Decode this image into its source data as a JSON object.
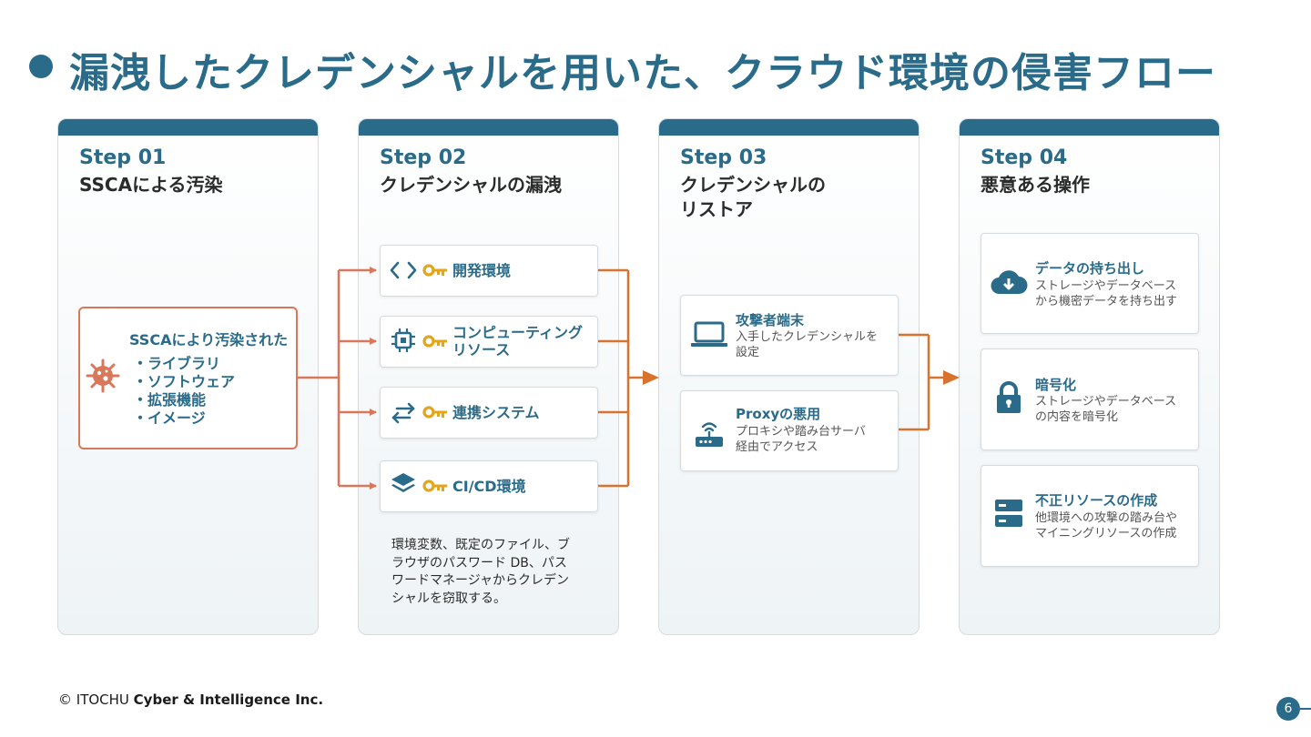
{
  "title": "漏洩したクレデンシャルを用いた、クラウド環境の侵害フロー",
  "colors": {
    "primary": "#2a6b8a",
    "accent_orange": "#d9775b",
    "key_yellow": "#e3a51c",
    "arrow_orange": "#d9722d"
  },
  "steps": [
    {
      "num": "Step 01",
      "name": "SSCAによる汚染"
    },
    {
      "num": "Step 02",
      "name": "クレデンシャルの漏洩"
    },
    {
      "num": "Step 03",
      "name_line1": "クレデンシャルの",
      "name_line2": "リストア"
    },
    {
      "num": "Step 04",
      "name": "悪意ある操作"
    }
  ],
  "step1": {
    "icon": "virus-icon",
    "title": "SSCAにより汚染された",
    "items": [
      "・ライブラリ",
      "・ソフトウェア",
      "・拡張機能",
      "・イメージ"
    ]
  },
  "step2": {
    "cards": [
      {
        "icon": "code-icon",
        "line1": "開発環境",
        "line2": ""
      },
      {
        "icon": "chip-icon",
        "line1": "コンピューティング",
        "line2": "リソース"
      },
      {
        "icon": "exchange-arrows-icon",
        "line1": "連携システム",
        "line2": ""
      },
      {
        "icon": "layers-icon",
        "line1": "CI/CD環境",
        "line2": ""
      }
    ],
    "key_icon": "key-icon",
    "note": [
      "環境変数、既定のファイル、ブ",
      "ラウザのパスワード DB、パス",
      "ワードマネージャからクレデン",
      "シャルを窃取する。"
    ]
  },
  "step3": {
    "cards": [
      {
        "icon": "laptop-icon",
        "title": "攻撃者端末",
        "desc": [
          "入手したクレデンシャルを",
          "設定"
        ]
      },
      {
        "icon": "router-icon",
        "title": "Proxyの悪用",
        "desc": [
          "プロキシや踏み台サーバ",
          "経由でアクセス"
        ]
      }
    ]
  },
  "step4": {
    "cards": [
      {
        "icon": "cloud-download-icon",
        "title": "データの持ち出し",
        "desc": [
          "ストレージやデータベース",
          "から機密データを持ち出す"
        ]
      },
      {
        "icon": "lock-icon",
        "title": "暗号化",
        "desc": [
          "ストレージやデータベース",
          "の内容を暗号化"
        ]
      },
      {
        "icon": "server-icon",
        "title": "不正リソースの作成",
        "desc": [
          "他環境への攻撃の踏み台や",
          "マイニングリソースの作成"
        ]
      }
    ]
  },
  "footer": {
    "copyright": "© ITOCHU ",
    "company": "Cyber & Intelligence Inc."
  },
  "page_number": "6"
}
